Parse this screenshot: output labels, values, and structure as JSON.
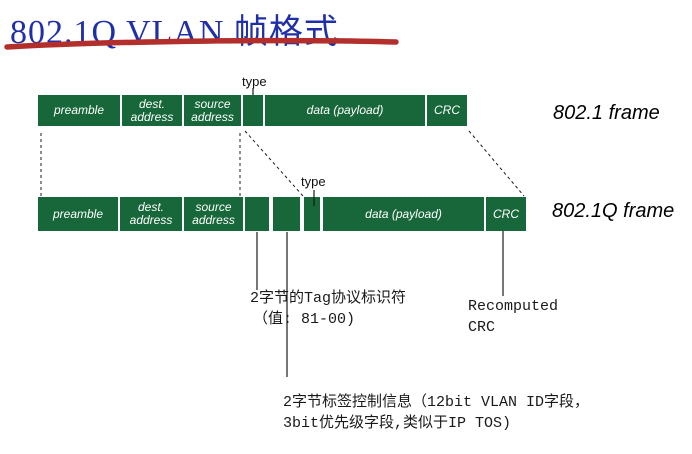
{
  "title": {
    "text": "802.1Q VLAN 帧格式"
  },
  "colors": {
    "cell-green": "#17673A",
    "title-blue": "#1F2FA8",
    "underline-red": "#B22F2B",
    "line-dark": "#1a1a1a"
  },
  "frame1": {
    "name_label": "802.1 frame",
    "type_label": "type",
    "cells": [
      {
        "l1": "preamble"
      },
      {
        "l1": "dest.",
        "l2": "address"
      },
      {
        "l1": "source",
        "l2": "address"
      },
      {
        "l1": ""
      },
      {
        "l1": "data (payload)"
      },
      {
        "l1": "CRC"
      }
    ]
  },
  "frame2": {
    "name_label": "802.1Q frame",
    "type_label": "type",
    "cells": [
      {
        "l1": "preamble"
      },
      {
        "l1": "dest.",
        "l2": "address"
      },
      {
        "l1": "source",
        "l2": "address"
      },
      {
        "l1": ""
      },
      {
        "l1": ""
      },
      {
        "l1": ""
      },
      {
        "l1": "data (payload)"
      },
      {
        "l1": "CRC"
      }
    ]
  },
  "annotations": {
    "tag_protocol": {
      "line1": "2字节的Tag协议标识符",
      "line2": "（值: 81-00)"
    },
    "recomputed_crc": {
      "line1": "Recomputed",
      "line2": "CRC"
    },
    "tag_control": {
      "line1": "2字节标签控制信息（12bit VLAN ID字段，",
      "line2": "3bit优先级字段,类似于IP TOS)"
    }
  }
}
